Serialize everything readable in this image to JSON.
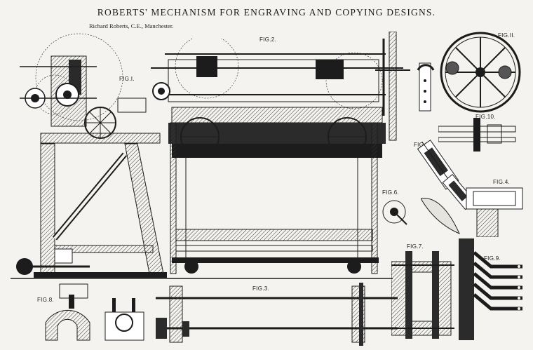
{
  "header": {
    "title": "ROBERTS' MECHANISM FOR ENGRAVING AND COPYING DESIGNS.",
    "credit": "Richard Roberts, C.E., Manchester."
  },
  "figures": {
    "fig1": "FIG.I.",
    "fig2": "FIG.2.",
    "fig3": "FIG.3.",
    "fig4": "FIG.4.",
    "fig5": "FIG.5.",
    "fig6": "FIG.6.",
    "fig7": "FIG.7.",
    "fig8": "FIG.8.",
    "fig9": "FIG.9.",
    "fig10": "FIG.10.",
    "fig11": "FIG.II."
  },
  "ink": {
    "line": "#1c1c1c",
    "paper": "#f4f3ef",
    "hatch": "#3a3a3a"
  }
}
